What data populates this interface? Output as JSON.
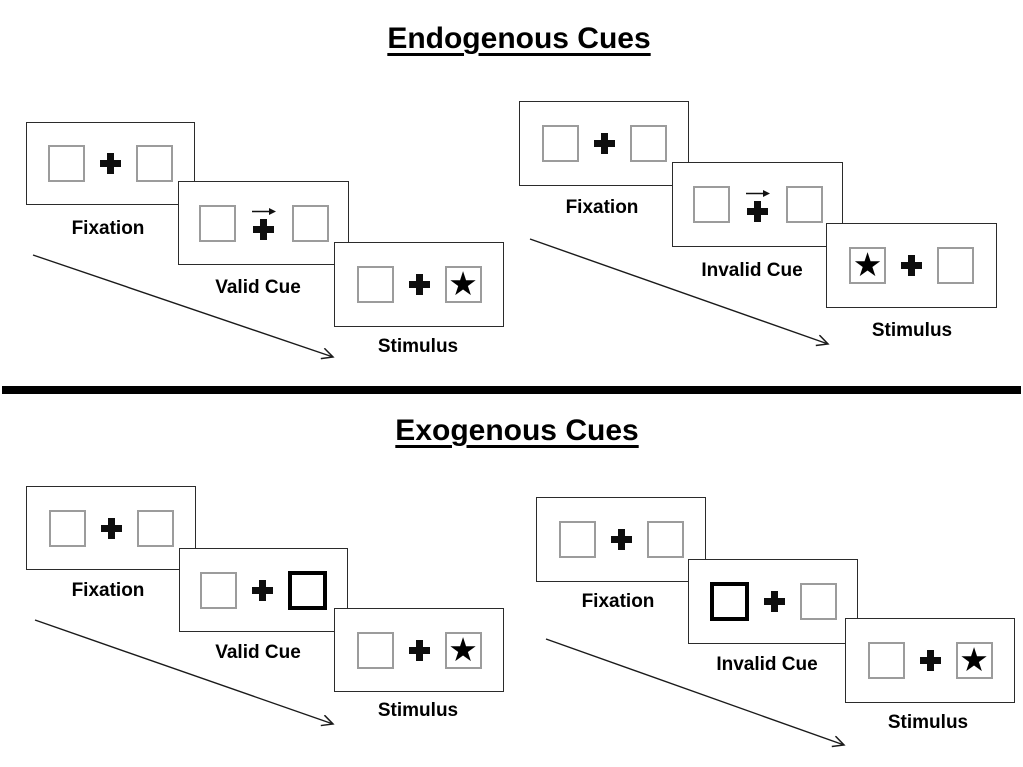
{
  "sections": [
    {
      "title": "Endogenous Cues",
      "sequences": [
        {
          "name": "endogenous-valid-trial",
          "panels": [
            {
              "label": "Fixation",
              "left_box": "empty",
              "right_box": "empty",
              "cue_arrow": false
            },
            {
              "label": "Valid Cue",
              "left_box": "empty",
              "right_box": "empty",
              "cue_arrow": true
            },
            {
              "label": "Stimulus",
              "left_box": "empty",
              "right_box": "star",
              "cue_arrow": false
            }
          ]
        },
        {
          "name": "endogenous-invalid-trial",
          "panels": [
            {
              "label": "Fixation",
              "left_box": "empty",
              "right_box": "empty",
              "cue_arrow": false
            },
            {
              "label": "Invalid Cue",
              "left_box": "empty",
              "right_box": "empty",
              "cue_arrow": true
            },
            {
              "label": "Stimulus",
              "left_box": "star",
              "right_box": "empty",
              "cue_arrow": false
            }
          ]
        }
      ]
    },
    {
      "title": "Exogenous Cues",
      "sequences": [
        {
          "name": "exogenous-valid-trial",
          "panels": [
            {
              "label": "Fixation",
              "left_box": "empty",
              "right_box": "empty",
              "cue_arrow": false
            },
            {
              "label": "Valid Cue",
              "left_box": "empty",
              "right_box": "thick",
              "cue_arrow": false
            },
            {
              "label": "Stimulus",
              "left_box": "empty",
              "right_box": "star",
              "cue_arrow": false
            }
          ]
        },
        {
          "name": "exogenous-invalid-trial",
          "panels": [
            {
              "label": "Fixation",
              "left_box": "empty",
              "right_box": "empty",
              "cue_arrow": false
            },
            {
              "label": "Invalid Cue",
              "left_box": "thick",
              "right_box": "empty",
              "cue_arrow": false
            },
            {
              "label": "Stimulus",
              "left_box": "empty",
              "right_box": "star",
              "cue_arrow": false
            }
          ]
        }
      ]
    }
  ],
  "symbols": {
    "target_star": "★",
    "fixation_cross": "+",
    "cue_arrow_direction": "right"
  },
  "colors": {
    "background": "#ffffff",
    "panel_border": "#2b2b2b",
    "placeholder_box_border": "#9c9c9c",
    "cue_highlight_border": "#000000",
    "text": "#000000",
    "divider": "#000000",
    "arrow": "#1a1a1a"
  }
}
